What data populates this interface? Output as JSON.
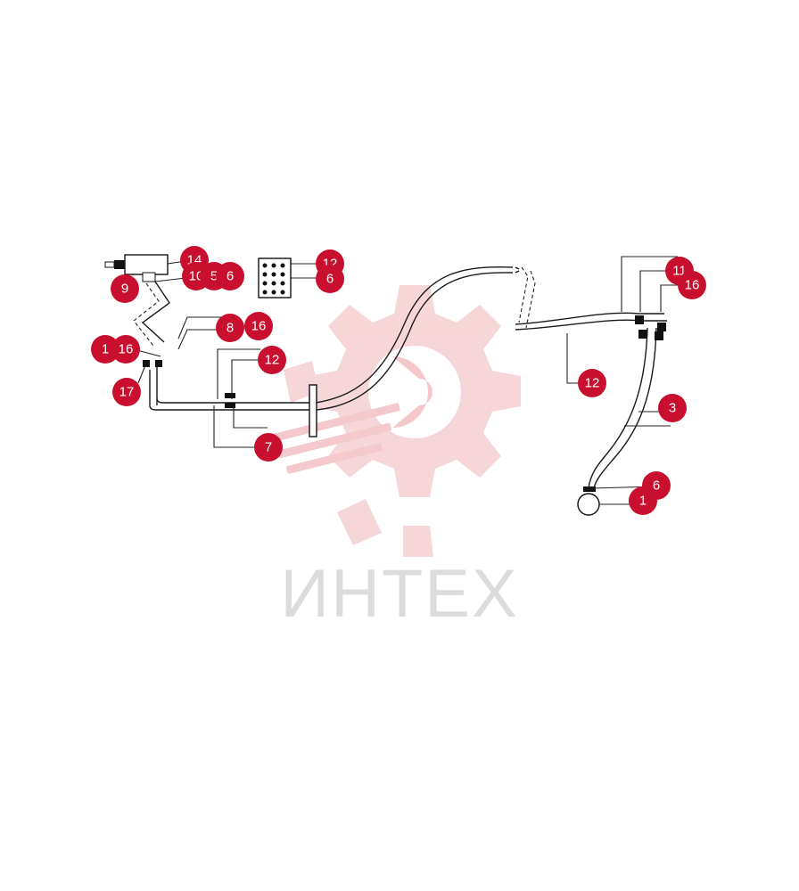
{
  "watermark": {
    "brand": "ИНТЕХ",
    "color": "#f3c9cc",
    "text_color": "#d9d9d9",
    "icon": "gear-wrench-logo"
  },
  "callout_color": "#c8102e",
  "callouts": [
    {
      "id": "c14",
      "label": "14"
    },
    {
      "id": "c12a",
      "label": "12"
    },
    {
      "id": "c6a",
      "label": "6"
    },
    {
      "id": "c10",
      "label": "10"
    },
    {
      "id": "c5",
      "label": "5"
    },
    {
      "id": "c6b",
      "label": "6"
    },
    {
      "id": "c9",
      "label": "9"
    },
    {
      "id": "c8",
      "label": "8"
    },
    {
      "id": "c16a",
      "label": "16"
    },
    {
      "id": "c1a",
      "label": "1"
    },
    {
      "id": "c16b",
      "label": "16"
    },
    {
      "id": "c12b",
      "label": "12"
    },
    {
      "id": "c17",
      "label": "17"
    },
    {
      "id": "c7",
      "label": "7"
    },
    {
      "id": "c12c",
      "label": "12"
    },
    {
      "id": "c11",
      "label": "11"
    },
    {
      "id": "c16c",
      "label": "16"
    },
    {
      "id": "c3",
      "label": "3"
    },
    {
      "id": "c6c",
      "label": "6"
    },
    {
      "id": "c1b",
      "label": "1"
    }
  ]
}
